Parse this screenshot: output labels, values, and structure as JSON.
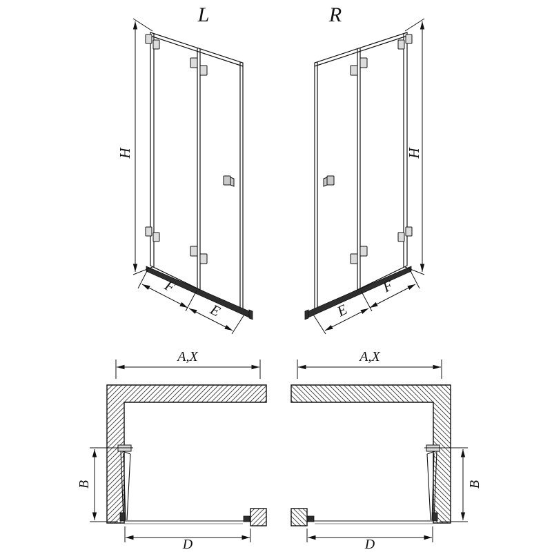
{
  "drawing": {
    "title_implicit": "Bi-fold shower door technical dimension drawing",
    "colors": {
      "line": "#111111",
      "hatch": "#3a3a3a",
      "profile_dark": "#2e2e2e",
      "hardware_gray": "#dcdcdc",
      "background": "#ffffff"
    }
  },
  "elevation_left": {
    "variant_label": "L",
    "dim_height": "H",
    "dim_front_panel": "F",
    "dim_fixed_panel": "E"
  },
  "elevation_right": {
    "variant_label": "R",
    "dim_height": "H",
    "dim_front_panel": "F",
    "dim_fixed_panel": "E"
  },
  "plan_left": {
    "dim_total_width": "A,X",
    "dim_fold_depth": "B",
    "dim_opening_width": "D"
  },
  "plan_right": {
    "dim_total_width": "A,X",
    "dim_fold_depth": "B",
    "dim_opening_width": "D"
  }
}
